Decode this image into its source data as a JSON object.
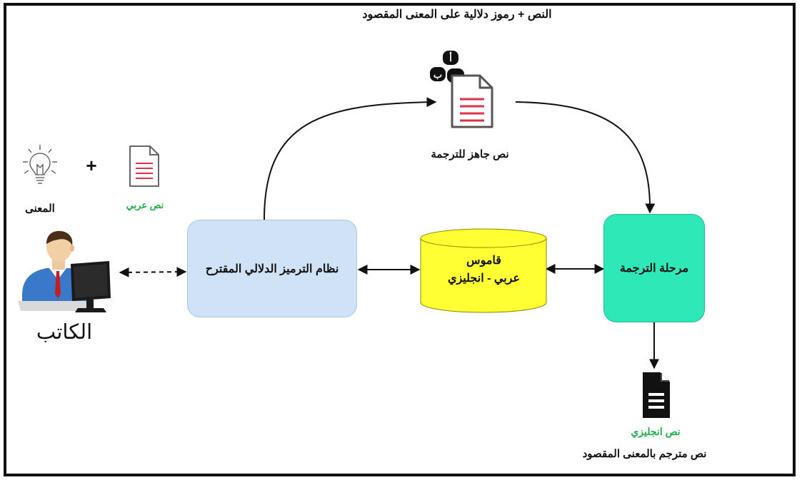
{
  "title": "النص + رموز دلالية على المعنى المقصود",
  "ready_doc_label": "نص جاهز للترجمة",
  "meaning_label": "المعنى",
  "arabic_text_label": "نص عربي",
  "plus_sign": "+",
  "writer_label": "الكاتب",
  "system_box_label": "نظام الترميز الدلالي المقترح",
  "dictionary_label_1": "قاموس",
  "dictionary_label_2": "عربي - انجليزي",
  "translation_stage_label": "مرحلة الترجمة",
  "english_text_label": "نص انجليزي",
  "output_label": "نص مترجم بالمعنى المقصود",
  "badges": [
    "أ",
    "ب",
    "ج"
  ],
  "colors": {
    "system_box": "#cfe2f6",
    "dictionary": "#ffff33",
    "translation_box": "#2ee8b8",
    "green_text": "#1fae4a",
    "doc_lines": "#e0314a"
  }
}
